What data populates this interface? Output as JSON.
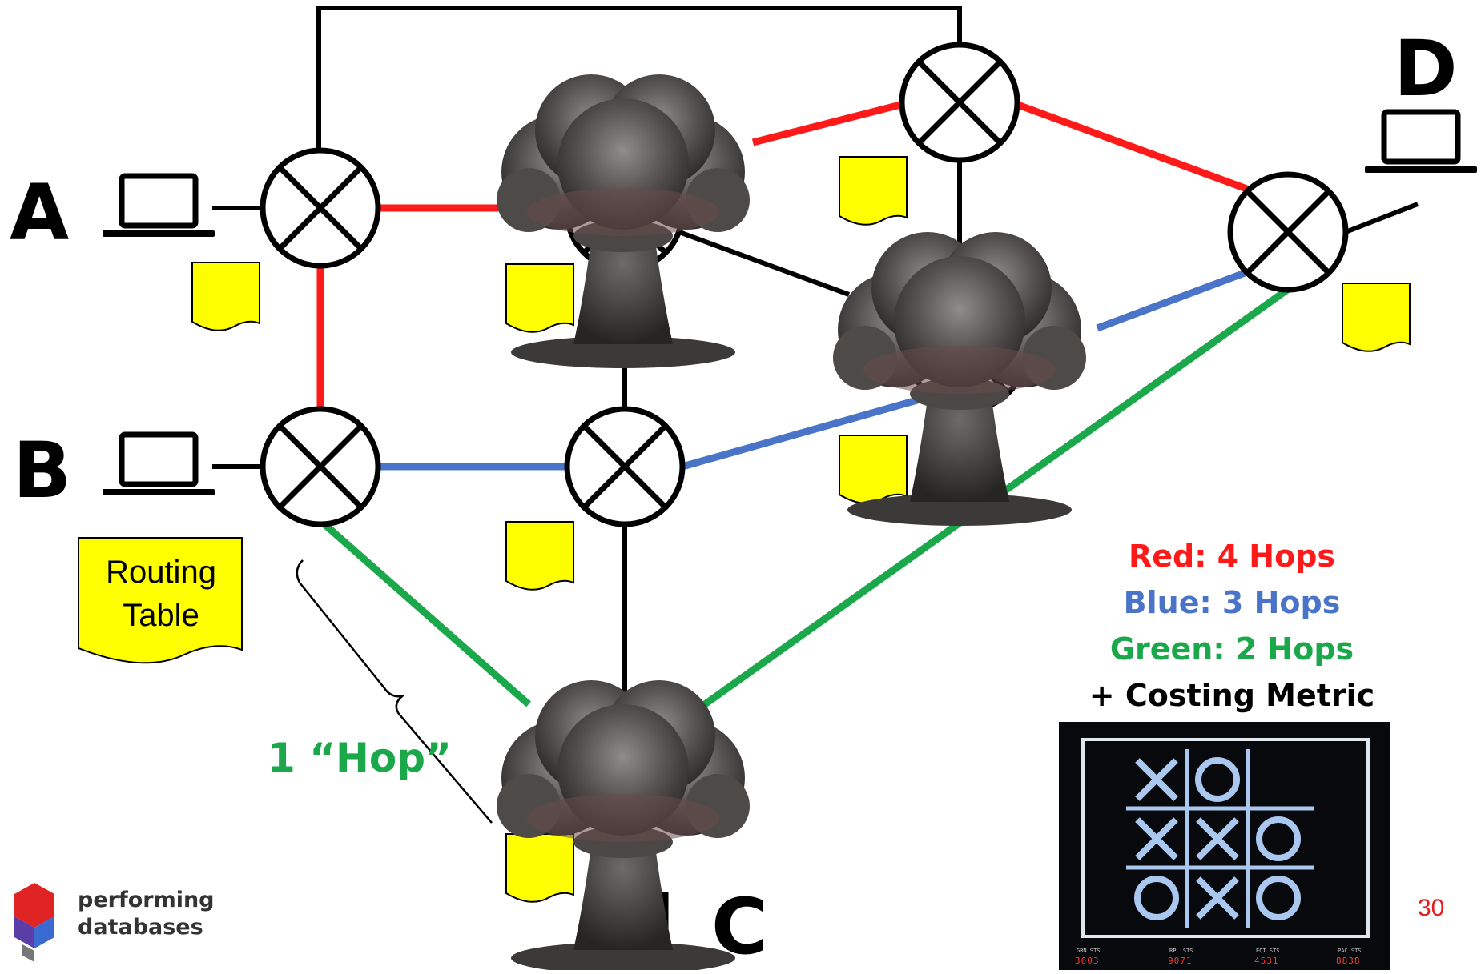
{
  "hosts": [
    {
      "id": "A",
      "label": "A"
    },
    {
      "id": "B",
      "label": "B"
    },
    {
      "id": "C",
      "label": "C"
    },
    {
      "id": "D",
      "label": "D"
    }
  ],
  "routing_table_note": {
    "line1": "Routing",
    "line2": "Table"
  },
  "hop_label": "1 “Hop”",
  "legend": {
    "red": {
      "text": "Red: 4 Hops",
      "color": "#ff1a1a"
    },
    "blue": {
      "text": "Blue: 3 Hops",
      "color": "#4a74c8"
    },
    "green": {
      "text": "Green: 2 Hops",
      "color": "#1aa84b"
    },
    "costing": {
      "text": "+ Costing Metric",
      "color": "#000000"
    }
  },
  "tic_tac_toe_board": [
    [
      "X",
      "O",
      ""
    ],
    [
      "X",
      "X",
      "O"
    ],
    [
      "O",
      "X",
      "O"
    ]
  ],
  "scoreboard": [
    {
      "label": "GRN STS",
      "value": "3603"
    },
    {
      "label": "RPL STS",
      "value": "9071"
    },
    {
      "label": "EQT STS",
      "value": "4531"
    },
    {
      "label": "PAC STS",
      "value": "8838"
    }
  ],
  "brand": {
    "line1": "performing",
    "line2": "databases"
  },
  "slide_number": "30",
  "colors": {
    "red_path": "#ff1a1a",
    "blue_path": "#4a74c8",
    "green_path": "#1aa84b",
    "note_yellow": "#ffff00",
    "board_glow": "#a9c7ef"
  }
}
